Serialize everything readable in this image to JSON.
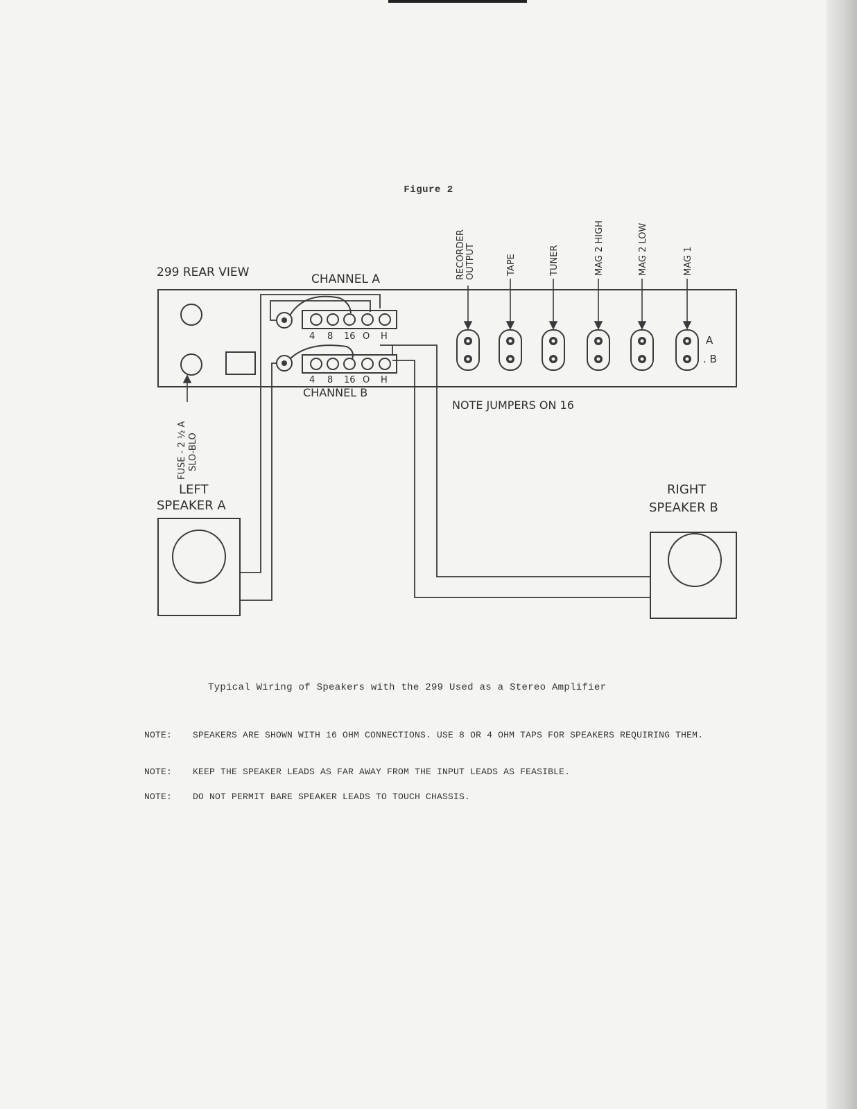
{
  "figure_title": "Figure 2",
  "diagram": {
    "rear_view_label": "299 REAR VIEW",
    "channel_a_label": "CHANNEL A",
    "channel_b_label": "CHANNEL B",
    "terminal_a_labels": [
      "4",
      "8",
      "16",
      "O",
      "H"
    ],
    "terminal_b_labels": [
      "4",
      "8",
      "16",
      "O",
      "H"
    ],
    "inputs": [
      {
        "label_line1": "RECORDER",
        "label_line2": "OUTPUT"
      },
      {
        "label_line1": "TAPE",
        "label_line2": ""
      },
      {
        "label_line1": "TUNER",
        "label_line2": ""
      },
      {
        "label_line1": "MAG 2 HIGH",
        "label_line2": ""
      },
      {
        "label_line1": "MAG 2 LOW",
        "label_line2": ""
      },
      {
        "label_line1": "MAG 1",
        "label_line2": ""
      }
    ],
    "row_label_a": "A",
    "row_label_b": ". B",
    "jumper_note": "NOTE JUMPERS ON 16",
    "fuse_line1": "FUSE - 2 ½ A",
    "fuse_line2": "SLO-BLO",
    "left_speaker_line1": "LEFT",
    "left_speaker_line2": "SPEAKER A",
    "right_speaker_line1": "RIGHT",
    "right_speaker_line2": "SPEAKER B"
  },
  "caption": "Typical Wiring of Speakers with the 299 Used as a Stereo Amplifier",
  "notes": [
    {
      "label": "NOTE:",
      "text": "SPEAKERS ARE SHOWN WITH 16 OHM CONNECTIONS.  USE 8 OR 4 OHM TAPS FOR SPEAKERS REQUIRING THEM."
    },
    {
      "label": "NOTE:",
      "text": "KEEP THE SPEAKER LEADS AS FAR AWAY FROM THE INPUT LEADS AS FEASIBLE."
    },
    {
      "label": "NOTE:",
      "text": "DO NOT PERMIT BARE SPEAKER LEADS TO TOUCH CHASSIS."
    }
  ]
}
